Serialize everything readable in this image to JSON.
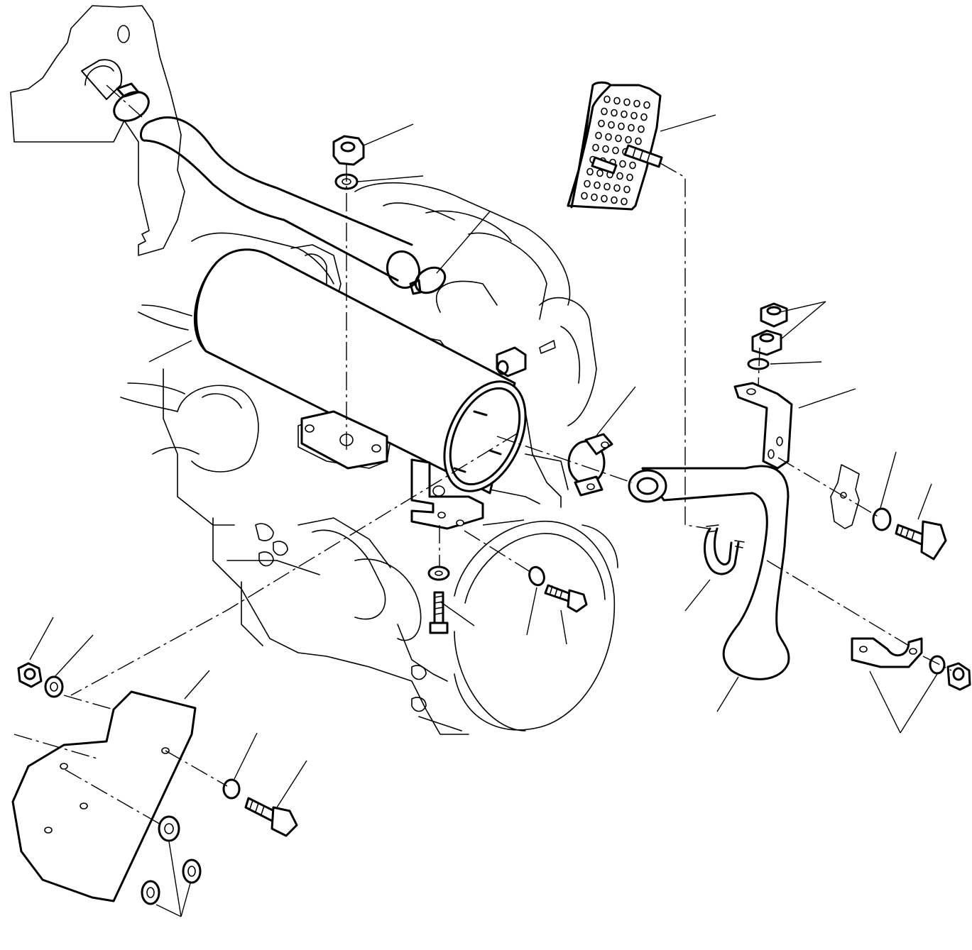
{
  "diagram": {
    "kind": "exploded parts drawing",
    "colors": {
      "line": "#000000",
      "background": "#ffffff"
    },
    "parts": [
      "left-bracket",
      "inlet-pipe",
      "hose-clamp",
      "muffler",
      "nut",
      "washer",
      "heat-shield-perforated",
      "tail-pipe",
      "u-bolt",
      "support-bracket",
      "pipe-clamp",
      "engine-block",
      "flywheel-housing",
      "lower-cover",
      "bolt"
    ]
  }
}
